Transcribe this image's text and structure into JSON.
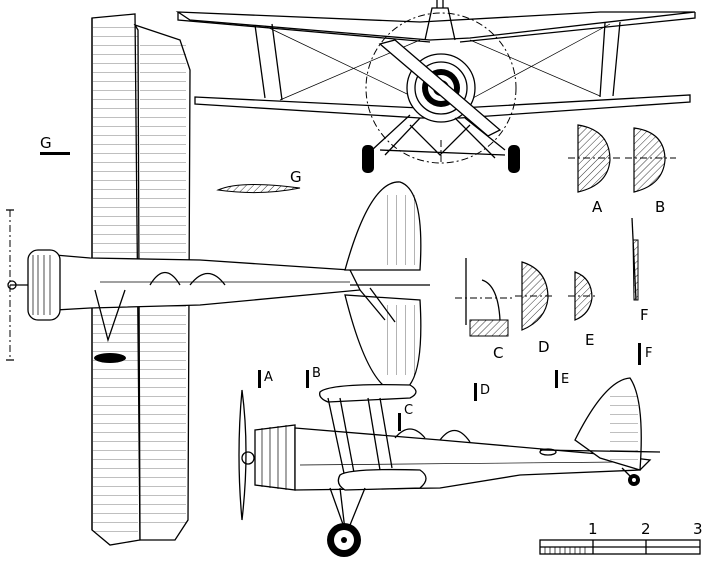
{
  "section_labels": {
    "G_left": "G",
    "G_airfoil": "G",
    "A": "A",
    "B": "B",
    "C": "C",
    "D": "D",
    "E": "E",
    "F": "F",
    "A_side": "A",
    "B_side": "B",
    "C_side": "C",
    "D_side": "D",
    "E_side": "E",
    "F_side": "F"
  },
  "scale_bar": {
    "ticks": [
      "1",
      "2",
      "3"
    ]
  }
}
